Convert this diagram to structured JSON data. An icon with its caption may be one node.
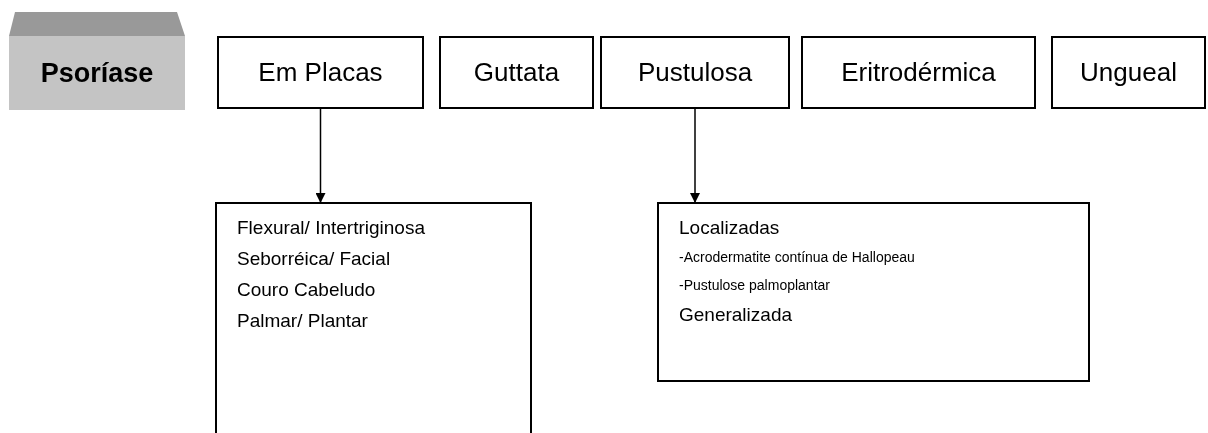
{
  "diagram": {
    "nodes": [
      {
        "text": [
          "Psoríase"
        ]
      },
      {
        "text": [
          "Em Placas"
        ]
      },
      {
        "text": [
          "Guttata"
        ]
      },
      {
        "text": [
          "Pustulosa"
        ]
      },
      {
        "text": [
          "Eritrodérmica"
        ]
      },
      {
        "text": [
          "Ungueal"
        ]
      },
      {
        "text": [
          "Flexural/ Intertriginosa",
          "Seborréica/ Facial",
          "Couro Cabeludo",
          "Palmar/ Plantar"
        ]
      },
      {
        "text": [
          "Localizadas",
          "-Acrodermatite contínua de Hallopeau",
          "-Pustulose palmoplantar",
          "Generalizada"
        ]
      }
    ],
    "edges": [
      {
        "from": 1,
        "to": 6,
        "arrow": "to"
      },
      {
        "from": 3,
        "to": 7,
        "arrow": "to"
      }
    ]
  }
}
